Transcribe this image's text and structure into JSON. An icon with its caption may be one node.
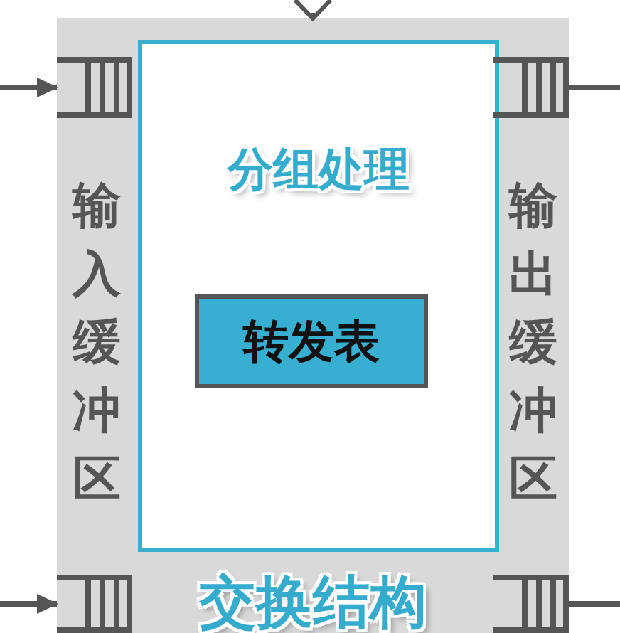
{
  "diagram": {
    "nodes": [
      {
        "text": [
          "输入缓冲区",
          "输出缓冲区",
          "交换结构"
        ]
      },
      {
        "text": [
          "分组处理"
        ],
        "in": 0
      },
      {
        "text": [
          "转发表"
        ],
        "in": 1
      },
      {
        "text": [],
        "shape": "queue",
        "in": 0
      },
      {
        "text": [],
        "shape": "queue",
        "in": 0
      },
      {
        "text": [],
        "shape": "queue",
        "in": 0
      },
      {
        "text": [],
        "shape": "queue",
        "in": 0
      }
    ],
    "edges": [
      {
        "from": null,
        "to": 0,
        "arrow": "to"
      },
      {
        "from": null,
        "to": 3,
        "arrow": "to"
      },
      {
        "from": 4,
        "to": null,
        "arrow": "none"
      },
      {
        "from": null,
        "to": 5,
        "arrow": "to"
      },
      {
        "from": 6,
        "to": null,
        "arrow": "none"
      }
    ]
  }
}
